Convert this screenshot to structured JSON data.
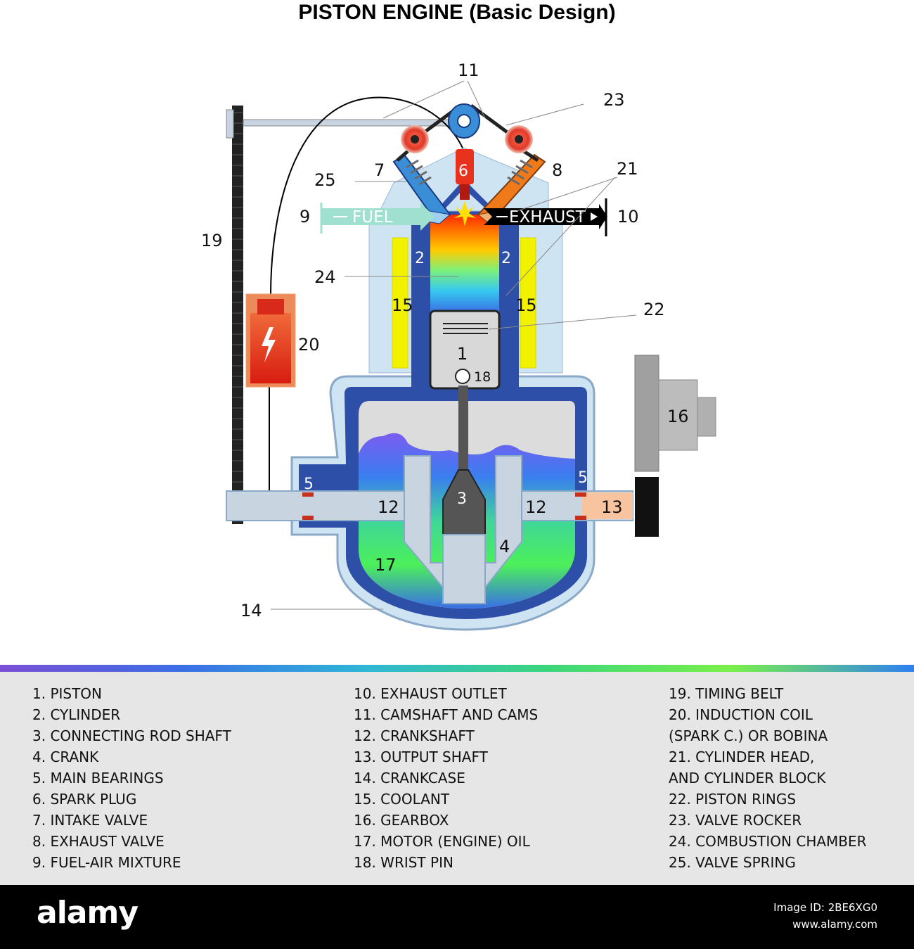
{
  "title": "PISTON ENGINE (Basic Design)",
  "diagram": {
    "callouts": [
      "1",
      "2",
      "2",
      "3",
      "4",
      "5",
      "5",
      "6",
      "7",
      "8",
      "9",
      "10",
      "11",
      "12",
      "12",
      "13",
      "14",
      "15",
      "15",
      "16",
      "17",
      "18",
      "19",
      "20",
      "21",
      "22",
      "23",
      "24",
      "25"
    ],
    "fuel_label": "FUEL",
    "exhaust_label": "EXHAUST"
  },
  "legend": {
    "col1": [
      "1. PISTON",
      "2. CYLINDER",
      "3. CONNECTING ROD SHAFT",
      "4. CRANK",
      "5. MAIN BEARINGS",
      "6. SPARK PLUG",
      "7. INTAKE VALVE",
      "8. EXHAUST VALVE",
      "9. FUEL-AIR MIXTURE"
    ],
    "col2": [
      "10. EXHAUST OUTLET",
      "11. CAMSHAFT AND CAMS",
      "12. CRANKSHAFT",
      "13. OUTPUT SHAFT",
      "14. CRANKCASE",
      "15. COOLANT",
      "16. GEARBOX",
      "17. MOTOR (ENGINE) OIL",
      "18. WRIST PIN"
    ],
    "col3": [
      "19. TIMING BELT",
      "20. INDUCTION COIL",
      "(SPARK C.)  OR BOBINA",
      "21. CYLINDER HEAD,",
      "AND CYLINDER BLOCK",
      "22. PISTON RINGS",
      "23. VALVE ROCKER",
      "24. COMBUSTION CHAMBER",
      "25. VALVE SPRING"
    ]
  },
  "footer": {
    "brand": "alamy",
    "image_id": "Image ID: 2BE6XG0",
    "site": "www.alamy.com"
  },
  "colors": {
    "cylinder_block": "#cfe4f2",
    "water_jacket": "#2e4fa8",
    "coolant": "#f2f200",
    "oil": "#3fe06a",
    "spark_coil": "#e8321e",
    "exhaust_arrow": "#000000",
    "fuel_arrow": "#9fe0d0"
  }
}
